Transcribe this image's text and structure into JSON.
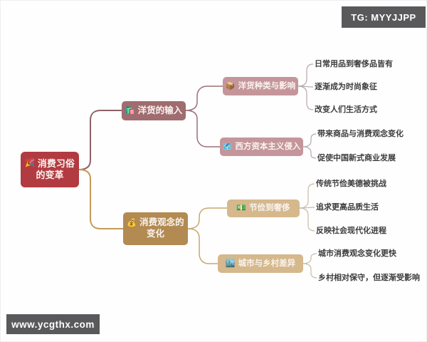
{
  "badges": {
    "telegram": "TG: MYYJJPP",
    "website": "www.ycgthx.com"
  },
  "colors": {
    "root_bg": "#b23b41",
    "branch1_bg": "#9f6c70",
    "branch1_child_bg": "#c4969b",
    "branch1_line": "#8e6168",
    "branch1_child_line": "#9a7076",
    "branch1_leaf_line": "#b5a8a8",
    "branch2_bg": "#b28a52",
    "branch2_child_bg": "#d5b88c",
    "branch2_line": "#c49a58",
    "branch2_child_line": "#c7a76d",
    "bran2_leaf_line": "#c8bba6",
    "leaf_text": "#3c3c3c",
    "badge_bg": "#59595b",
    "node_text": "#faf3ef"
  },
  "mindmap": {
    "root": {
      "icon": "🎉",
      "lines": [
        "消费习俗",
        "的变革"
      ]
    },
    "branches": [
      {
        "icon": "🛍️",
        "label": "洋货的输入",
        "children": [
          {
            "icon": "📦",
            "label": "洋货种类与影响",
            "leaves": [
              "日常用品到奢侈品皆有",
              "逐渐成为时尚象征",
              "改变人们生活方式"
            ]
          },
          {
            "icon": "🗺️",
            "label": "西方资本主义侵入",
            "leaves": [
              "带来商品与消费观念变化",
              "促使中国新式商业发展"
            ]
          }
        ]
      },
      {
        "icon": "💰",
        "lines": [
          "消费观念的",
          "变化"
        ],
        "children": [
          {
            "icon": "💵",
            "label": "节俭到奢侈",
            "leaves": [
              "传统节俭美德被挑战",
              "追求更高品质生活",
              "反映社会现代化进程"
            ]
          },
          {
            "icon": "🏙️",
            "label": "城市与乡村差异",
            "leaves": [
              "城市消费观念变化更快",
              "乡村相对保守，但逐渐受影响"
            ]
          }
        ]
      }
    ]
  }
}
